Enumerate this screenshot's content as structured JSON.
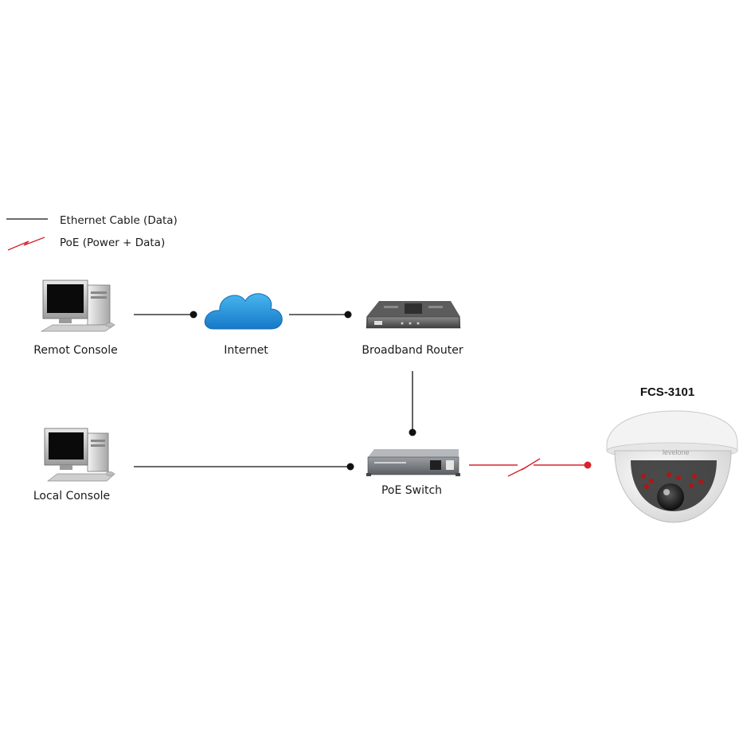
{
  "legend": {
    "ethernet": "Ethernet Cable (Data)",
    "poe": "PoE (Power + Data)",
    "colors": {
      "ethernet": "#111111",
      "poe": "#d8242b"
    }
  },
  "nodes": {
    "remote_console": {
      "label": "Remot Console",
      "icon": "desktop-computer-icon"
    },
    "internet": {
      "label": "Internet",
      "icon": "cloud-icon"
    },
    "router": {
      "label": "Broadband Router",
      "icon": "router-icon"
    },
    "local_console": {
      "label": "Local Console",
      "icon": "desktop-computer-icon"
    },
    "poe_switch": {
      "label": "PoE Switch",
      "icon": "switch-icon"
    },
    "camera": {
      "label": "FCS-3101",
      "icon": "dome-camera-icon"
    }
  },
  "links": [
    {
      "from": "remote_console",
      "to": "internet",
      "type": "ethernet"
    },
    {
      "from": "internet",
      "to": "router",
      "type": "ethernet"
    },
    {
      "from": "router",
      "to": "poe_switch",
      "type": "ethernet"
    },
    {
      "from": "local_console",
      "to": "poe_switch",
      "type": "ethernet"
    },
    {
      "from": "poe_switch",
      "to": "camera",
      "type": "poe"
    }
  ]
}
